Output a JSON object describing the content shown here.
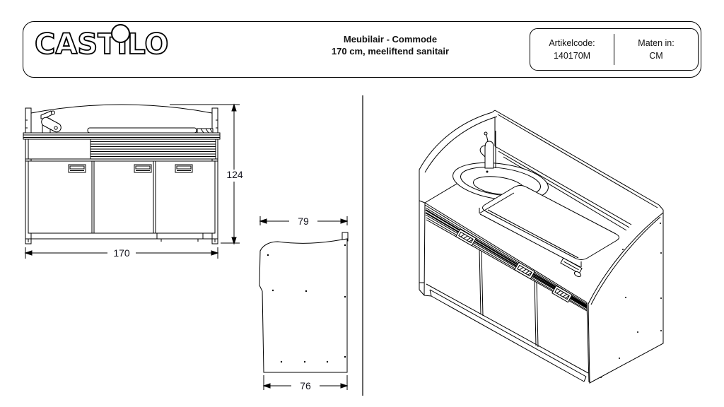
{
  "header": {
    "logo_text": "CASTILO",
    "title_line1": "Meubilair - Commode",
    "title_line2": "170 cm, meeliftend sanitair",
    "artikel_label": "Artikelcode:",
    "artikel_value": "140170M",
    "maten_label": "Maten in:",
    "maten_value": "CM"
  },
  "drawings": {
    "front_view": {
      "width_label": "170",
      "height_label": "124"
    },
    "side_view": {
      "top_width_label": "79",
      "bottom_width_label": "76"
    }
  },
  "colors": {
    "line": "#000000",
    "background": "#ffffff",
    "text": "#15151f"
  }
}
